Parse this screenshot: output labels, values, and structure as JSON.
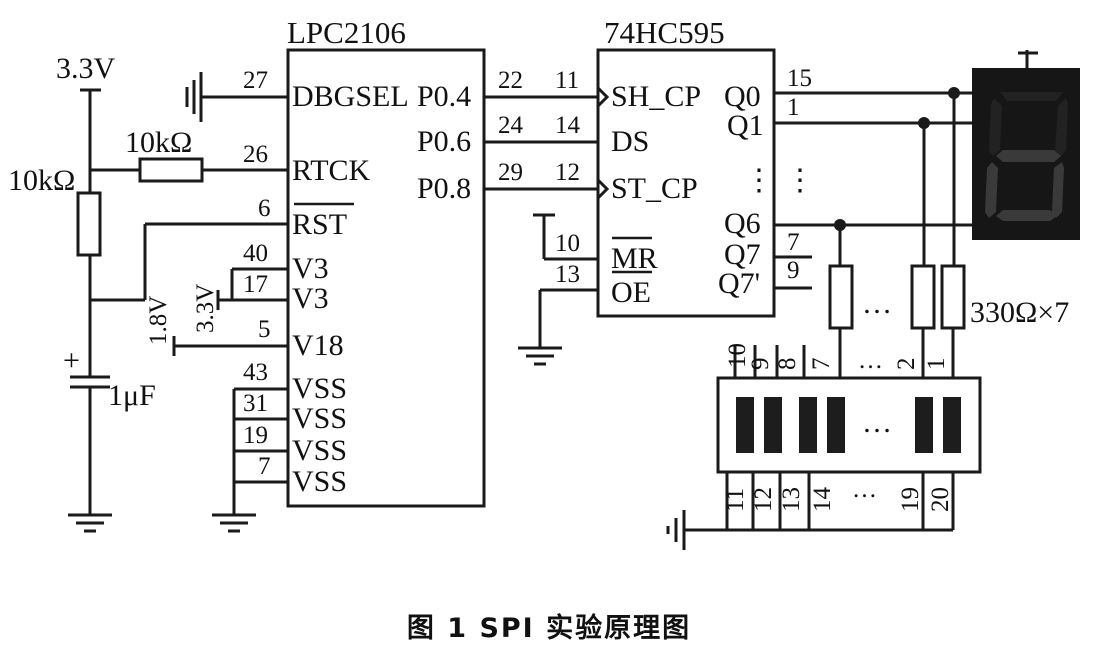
{
  "supply": {
    "v33": "3.3V",
    "v33_rot": "3.3V",
    "v18_rot": "1.8V"
  },
  "passives": {
    "r_pullup": "10kΩ",
    "r_rtck": "10kΩ",
    "cap": "1μF",
    "cap_plus": "+",
    "r_array": "330Ω×7"
  },
  "mcu": {
    "name": "LPC2106",
    "left_pins": [
      {
        "num": "27",
        "name": "DBGSEL"
      },
      {
        "num": "26",
        "name": "RTCK"
      },
      {
        "num": "6",
        "name": "RST"
      },
      {
        "num": "40",
        "name": "V3"
      },
      {
        "num": "17",
        "name": "V3"
      },
      {
        "num": "5",
        "name": "V18"
      },
      {
        "num": "43",
        "name": "VSS"
      },
      {
        "num": "31",
        "name": "VSS"
      },
      {
        "num": "19",
        "name": "VSS"
      },
      {
        "num": "7",
        "name": "VSS"
      }
    ],
    "right_pins": [
      {
        "num": "22",
        "name": "P0.4"
      },
      {
        "num": "24",
        "name": "P0.6"
      },
      {
        "num": "29",
        "name": "P0.8"
      }
    ]
  },
  "shift_reg": {
    "name": "74HC595",
    "left_pins": [
      {
        "num": "11",
        "name": "SH_CP"
      },
      {
        "num": "14",
        "name": "DS"
      },
      {
        "num": "12",
        "name": "ST_CP"
      },
      {
        "num": "10",
        "name": "MR"
      },
      {
        "num": "13",
        "name": "OE"
      }
    ],
    "right_pins": [
      {
        "num": "15",
        "name": "Q0"
      },
      {
        "num": "1",
        "name": "Q1"
      },
      {
        "num": "",
        "name": "Q6"
      },
      {
        "num": "7",
        "name": "Q7"
      },
      {
        "num": "9",
        "name": "Q7'"
      }
    ],
    "ellipsis": "⋮"
  },
  "bargraph": {
    "top_pins": [
      "10",
      "9",
      "8",
      "7",
      "…",
      "2",
      "1"
    ],
    "bottom_pins": [
      "11",
      "12",
      "13",
      "14",
      "…",
      "19",
      "20"
    ],
    "mid_ellipsis": "…",
    "res_ellipsis": "…"
  },
  "caption": "图 1   SPI 实验原理图"
}
